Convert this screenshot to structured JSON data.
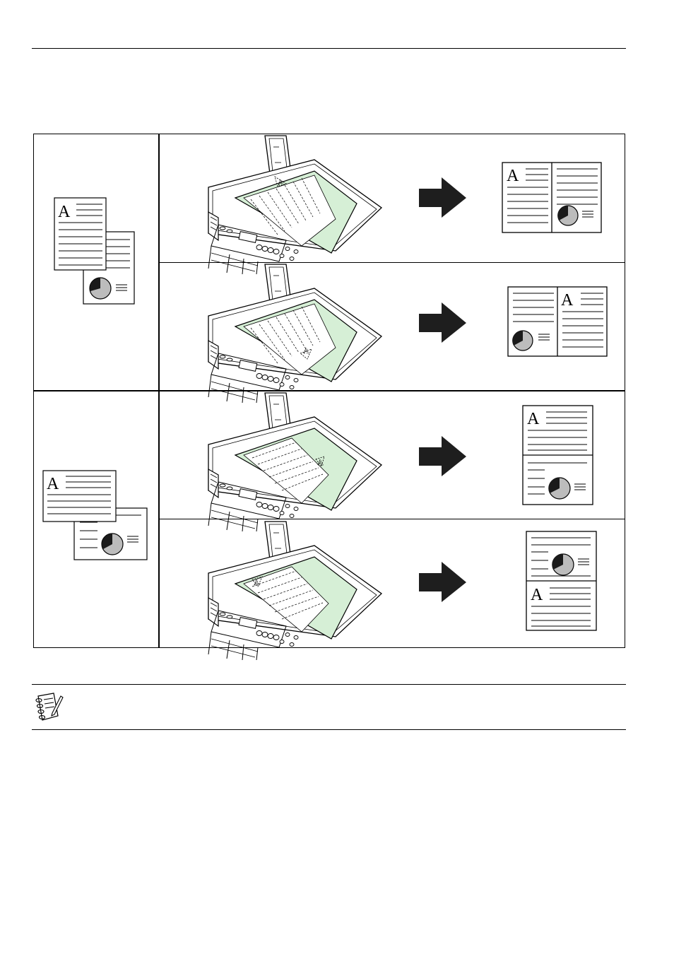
{
  "document": {
    "rows": [
      {
        "original": {
          "letter": "A",
          "orientation": "portrait"
        },
        "placements": [
          {
            "dotted_letter": "A",
            "output_letters": [
              "A",
              ""
            ]
          },
          {
            "dotted_letter": "A",
            "output_letters": [
              "",
              "A"
            ]
          }
        ]
      },
      {
        "original": {
          "letter": "A",
          "orientation": "landscape"
        },
        "placements": [
          {
            "dotted_letter": "A",
            "output_letters": [
              "A",
              ""
            ]
          },
          {
            "dotted_letter": "A",
            "output_letters": [
              "",
              "A"
            ]
          }
        ]
      }
    ],
    "colors": {
      "glass": "#d6efd6",
      "arrow": "#1e1e1e",
      "pie_gray": "#bcbcbc",
      "line": "#000000"
    },
    "icons": {
      "note": "notepad-pencil-icon",
      "arrow": "right-arrow-icon"
    }
  }
}
